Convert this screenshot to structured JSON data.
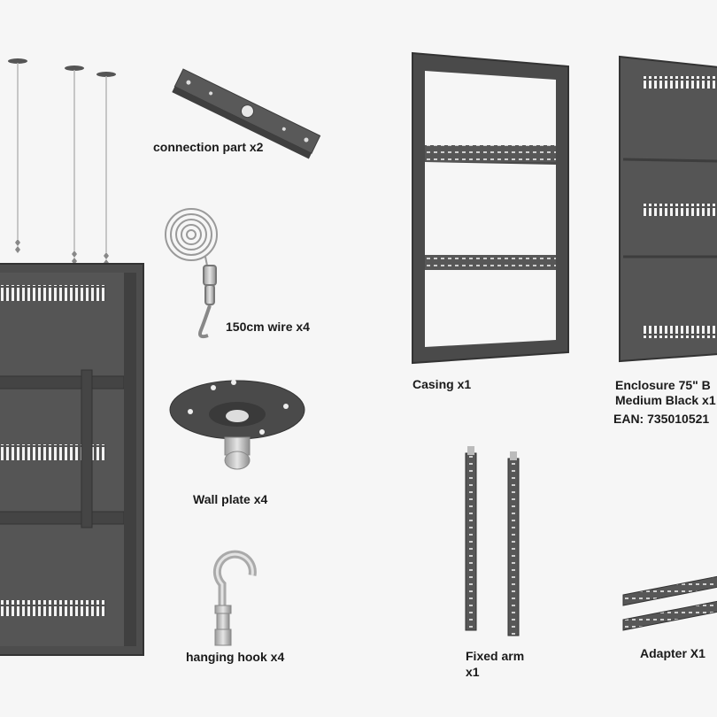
{
  "labels": {
    "connection": "connection part x2",
    "wire": "150cm wire x4",
    "wallplate": "Wall plate x4",
    "hook": "hanging hook x4",
    "casing": "Casing x1",
    "enclosure_line1": "Enclosure 75\" B",
    "enclosure_line2": "Medium Black x1",
    "enclosure_ean": "EAN: 735010521",
    "fixedarm_line1": "Fixed arm",
    "fixedarm_line2": "x1",
    "adapter": "Adapter X1"
  },
  "colors": {
    "background": "#f6f6f6",
    "metal_dark": "#4a4a4a",
    "metal_mid": "#5c5c5c",
    "metal_light": "#8a8a8a",
    "text": "#1a1a1a"
  },
  "icons": [
    "ceiling-wire-icon",
    "connection-bracket-icon",
    "coiled-wire-icon",
    "wall-plate-icon",
    "hanging-hook-icon",
    "casing-frame-icon",
    "enclosure-panel-icon",
    "fixed-arm-icon",
    "adapter-rail-icon",
    "mounted-enclosure-icon"
  ]
}
